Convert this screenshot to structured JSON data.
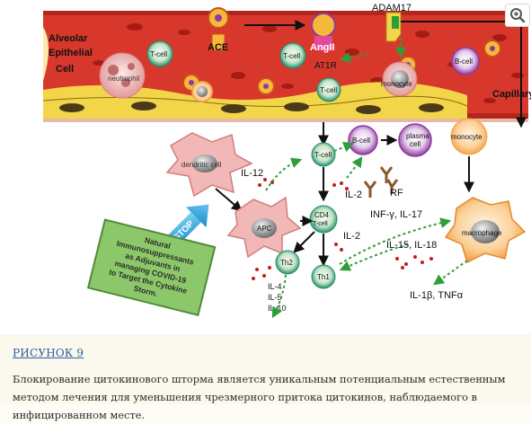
{
  "figure": {
    "labels": {
      "alveolar_cell": [
        "Alveolar",
        "Epithelial",
        "Cell"
      ],
      "capillary": "Capillary",
      "ace": "ACE",
      "angii": "AngII",
      "at1r": "AT1R",
      "adam17": "ADAM17",
      "neutrophil": "neutrophil",
      "t_cell": "T-cell",
      "b_cell": "B-cell",
      "monocyte": "monocyte",
      "plasma_cell": [
        "plasma",
        "cell"
      ],
      "dendritic_cell": "dendritic cell",
      "apc": "APC",
      "cd4_tcell": [
        "CD4",
        "T-cell"
      ],
      "th1": "Th1",
      "th2": "Th2",
      "macrophage": "macrophage",
      "rf": "RF",
      "stop": "STOP",
      "il12": "IL-12",
      "il2_a": "IL-2",
      "il2_b": "IL-2",
      "inf_il17": "INF-γ, IL-17",
      "il15_il18": "IL-15, IL-18",
      "il4": "IL-4",
      "il5": "IL-5",
      "il10": "IL-10",
      "il1b_tnfa": "IL-1β, TNFα"
    },
    "green_box_lines": [
      "Natural",
      "Immunosuppressants",
      "as Adjuvants  in",
      "managing COVID-19",
      "to Target the Cytokine",
      "Storm."
    ]
  },
  "figure_link": "РИСУНОК 9",
  "caption": "Блокирование цитокинового шторма является уникальным потенциальным естественным методом лечения для уменьшения чрезмерного притока цитокинов, наблюдаемого в инфицированном месте.",
  "colors": {
    "capillary_red": "#d8382c",
    "cell_green": "#1f8f6e",
    "box_green": "#8cc86a",
    "cell_orange": "#f5a24a",
    "link_blue": "#2b5e9e"
  },
  "icons": {
    "zoom": "zoom-in-icon"
  }
}
